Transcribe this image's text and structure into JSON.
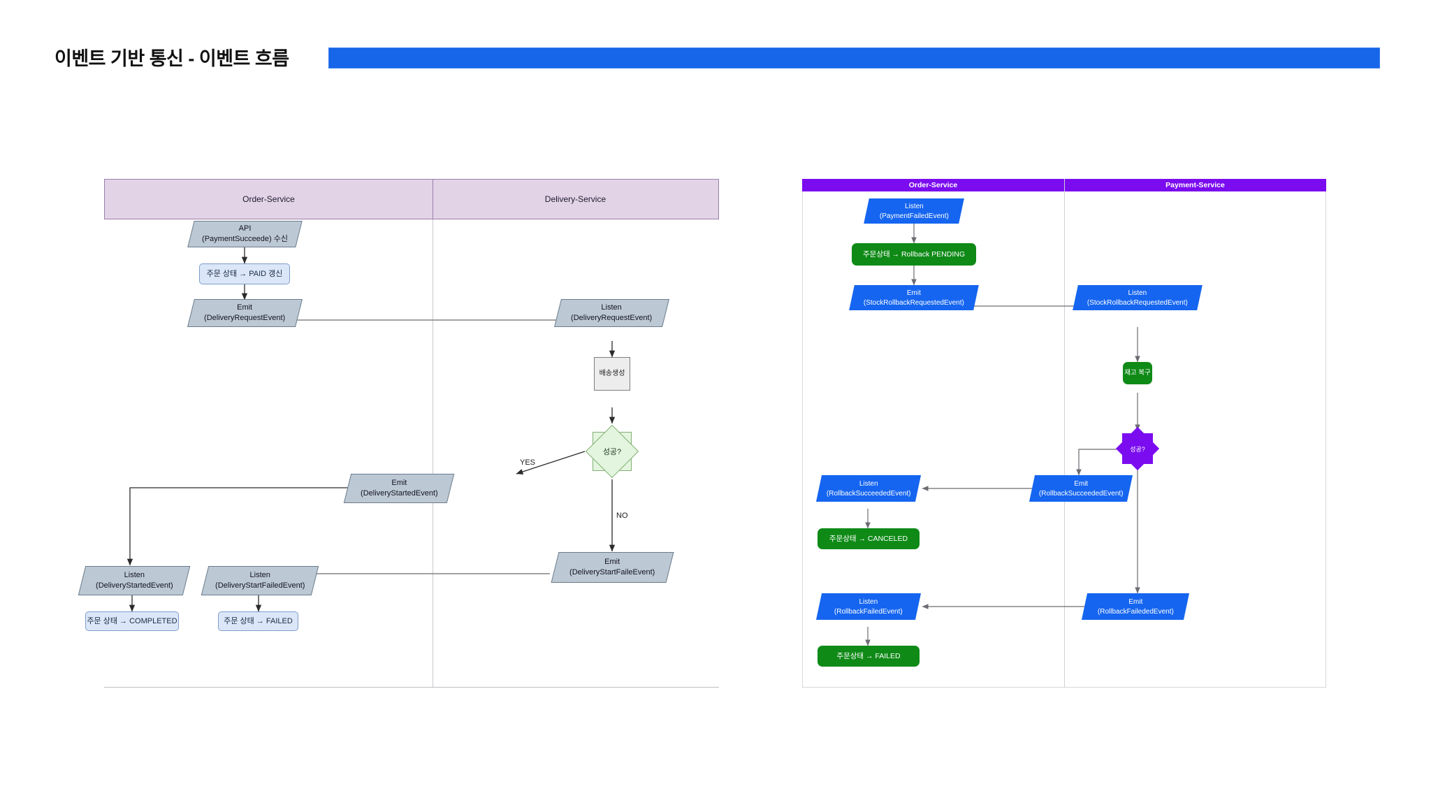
{
  "slide": {
    "title": "이벤트 기반 통신 - 이벤트 흐름",
    "title_bar_color": "#1765e8"
  },
  "diagrams": [
    {
      "id": "delivery-flow",
      "lanes": [
        {
          "label": "Order-Service"
        },
        {
          "label": "Delivery-Service"
        }
      ],
      "header_fill": "#e3d3e7",
      "header_stroke": "#9a7fa8",
      "nodes": [
        {
          "id": "api-recv",
          "kind": "parallelogram",
          "line1": "API",
          "line2": "(PaymentSucceede) 수신"
        },
        {
          "id": "order-paid",
          "kind": "rounded-box",
          "line1": "주문 상태 → PAID 갱신"
        },
        {
          "id": "emit-delivreq",
          "kind": "parallelogram",
          "line1": "Emit",
          "line2": "(DeliveryRequestEvent)"
        },
        {
          "id": "listen-delivreq",
          "kind": "parallelogram",
          "line1": "Listen",
          "line2": "(DeliveryRequestEvent)"
        },
        {
          "id": "create-delivery",
          "kind": "process-box",
          "line1": "배송생성"
        },
        {
          "id": "success-check",
          "kind": "diamond",
          "line1": "성공?"
        },
        {
          "id": "emit-delivstart",
          "kind": "parallelogram",
          "line1": "Emit",
          "line2": "(DeliveryStartedEvent)"
        },
        {
          "id": "emit-delivfail",
          "kind": "parallelogram",
          "line1": "Emit",
          "line2": "(DeliveryStartFaileEvent)"
        },
        {
          "id": "listen-delivstart",
          "kind": "parallelogram",
          "line1": "Listen",
          "line2": "(DeliveryStartedEvent)"
        },
        {
          "id": "listen-delivfail",
          "kind": "parallelogram",
          "line1": "Listen",
          "line2": "(DeliveryStartFailedEvent)"
        },
        {
          "id": "order-completed",
          "kind": "rounded-box",
          "line1": "주문 상태 → COMPLETED"
        },
        {
          "id": "order-failed",
          "kind": "rounded-box",
          "line1": "주문 상태 → FAILED"
        }
      ],
      "edge_labels": [
        {
          "id": "yes",
          "text": "YES"
        },
        {
          "id": "no",
          "text": "NO"
        }
      ]
    },
    {
      "id": "rollback-flow",
      "lanes": [
        {
          "label": "Order-Service"
        },
        {
          "label": "Payment-Service"
        }
      ],
      "header_fill": "#7b0cf0",
      "nodes": [
        {
          "id": "listen-payfail",
          "kind": "parallelogram",
          "line1": "Listen",
          "line2": "(PaymentFailedEvent)"
        },
        {
          "id": "rollback-pending",
          "kind": "green-box",
          "line1": "주문상태 → Rollback PENDING"
        },
        {
          "id": "emit-stockrollreq",
          "kind": "parallelogram",
          "line1": "Emit",
          "line2": "(StockRollbackRequestedEvent)"
        },
        {
          "id": "listen-stockrollreq",
          "kind": "parallelogram",
          "line1": "Listen",
          "line2": "(StockRollbackRequestedEvent)"
        },
        {
          "id": "restore-stock",
          "kind": "green-box",
          "line1": "재고 복구"
        },
        {
          "id": "success-check-2",
          "kind": "diamond",
          "line1": "성공?"
        },
        {
          "id": "emit-rollsucc",
          "kind": "parallelogram",
          "line1": "Emit",
          "line2": "(RollbackSucceededEvent)"
        },
        {
          "id": "listen-rollsucc",
          "kind": "parallelogram",
          "line1": "Listen",
          "line2": "(RollbackSucceededEvent)"
        },
        {
          "id": "order-canceled",
          "kind": "green-box",
          "line1": "주문상태 → CANCELED"
        },
        {
          "id": "emit-rollfail",
          "kind": "parallelogram",
          "line1": "Emit",
          "line2": "(RollbackFailededEvent)"
        },
        {
          "id": "listen-rollfail",
          "kind": "parallelogram",
          "line1": "Listen",
          "line2": "(RollbackFailedEvent)"
        },
        {
          "id": "order-failed-2",
          "kind": "green-box",
          "line1": "주문상태 → FAILED"
        }
      ]
    }
  ]
}
